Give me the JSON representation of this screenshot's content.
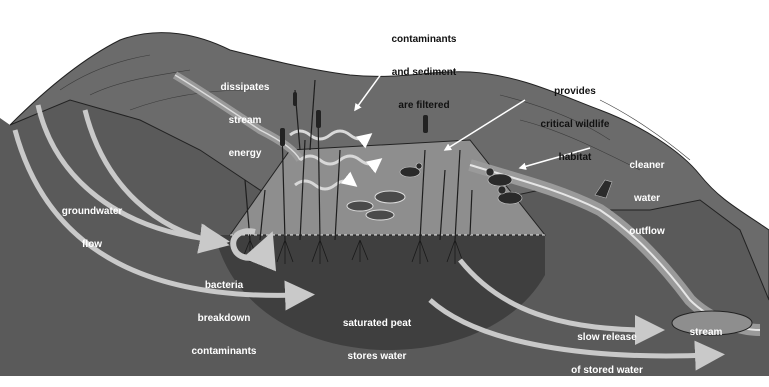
{
  "labels": {
    "contaminants": [
      "contaminants",
      "and sediment",
      "are filtered"
    ],
    "dissipates": [
      "dissipates",
      "stream",
      "energy"
    ],
    "provides": [
      "provides",
      "critical wildlife",
      "habitat"
    ],
    "cleaner": [
      "cleaner",
      "water",
      "outflow"
    ],
    "groundwater": [
      "groundwater",
      "flow"
    ],
    "bacteria": [
      "bacteria",
      "breakdown",
      "contaminants"
    ],
    "saturated": [
      "saturated peat",
      "stores water"
    ],
    "slow_release": [
      "slow release",
      "of stored water"
    ],
    "stream": [
      "stream"
    ]
  },
  "colors": {
    "background": "#ffffff",
    "ground": "#5a5a5a",
    "hills": "#6b6b6b",
    "peat": "#3f3f3f",
    "water": "#8e8e8e",
    "arrow": "#c9c9c9",
    "label_dark_bg": "#ffffff",
    "label_light_bg": "#111111"
  }
}
